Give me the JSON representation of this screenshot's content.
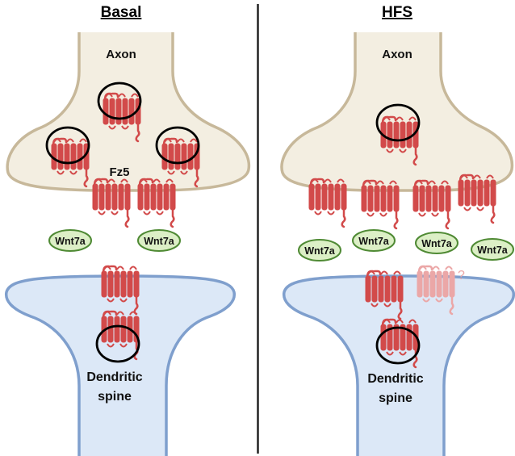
{
  "panels": {
    "left": {
      "title": "Basal",
      "axon_label": "Axon",
      "fz5_label": "Fz5",
      "spine_label_line1": "Dendritic",
      "spine_label_line2": "spine",
      "wnt_labels": [
        "Wnt7a",
        "Wnt7a"
      ]
    },
    "right": {
      "title": "HFS",
      "axon_label": "Axon",
      "uncertain_mark": "?",
      "spine_label_line1": "Dendritic",
      "spine_label_line2": "spine",
      "wnt_labels": [
        "Wnt7a",
        "Wnt7a",
        "Wnt7a",
        "Wnt7a"
      ]
    }
  },
  "colors": {
    "axon_fill": "#f3eee1",
    "axon_stroke": "#c7b89a",
    "spine_fill": "#dce8f7",
    "spine_stroke": "#7f9fcd",
    "receptor": "#d24a4a",
    "receptor_faded": "#eba7a7",
    "wnt_fill": "#dcefc6",
    "wnt_stroke": "#4f8a34",
    "divider": "#222222"
  },
  "icons": {
    "receptor": "frizzled-receptor-icon",
    "endocytic_vesicle": "vesicle-circle-icon"
  }
}
